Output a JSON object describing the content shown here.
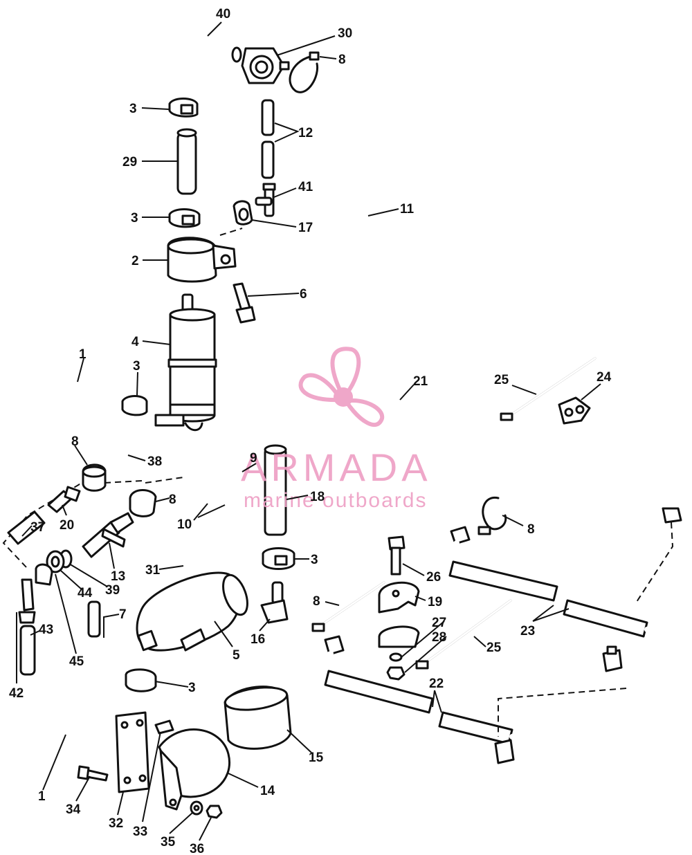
{
  "watermark": {
    "brand": "ARMADA",
    "tagline": "marine outboards",
    "color": "#ee9ec4"
  },
  "callouts": [
    {
      "id": "c40a",
      "label": "40"
    },
    {
      "id": "c30a",
      "label": "30"
    },
    {
      "id": "c8a",
      "label": "8"
    },
    {
      "id": "c3a",
      "label": "3"
    },
    {
      "id": "c12a",
      "label": "12"
    },
    {
      "id": "c29a",
      "label": "29"
    },
    {
      "id": "c41a",
      "label": "41"
    },
    {
      "id": "c11a",
      "label": "11"
    },
    {
      "id": "c3b",
      "label": "3"
    },
    {
      "id": "c17a",
      "label": "17"
    },
    {
      "id": "c2a",
      "label": "2"
    },
    {
      "id": "c6a",
      "label": "6"
    },
    {
      "id": "c4a",
      "label": "4"
    },
    {
      "id": "c1a",
      "label": "1"
    },
    {
      "id": "c3c",
      "label": "3"
    },
    {
      "id": "c21a",
      "label": "21"
    },
    {
      "id": "c25a",
      "label": "25"
    },
    {
      "id": "c24a",
      "label": "24"
    },
    {
      "id": "c8b",
      "label": "8"
    },
    {
      "id": "c38a",
      "label": "38"
    },
    {
      "id": "c9a",
      "label": "9"
    },
    {
      "id": "c18a",
      "label": "18"
    },
    {
      "id": "c8c",
      "label": "8"
    },
    {
      "id": "c20a",
      "label": "20"
    },
    {
      "id": "c10a",
      "label": "10"
    },
    {
      "id": "c37a",
      "label": "37"
    },
    {
      "id": "c8d",
      "label": "8"
    },
    {
      "id": "c3d",
      "label": "3"
    },
    {
      "id": "c13a",
      "label": "13"
    },
    {
      "id": "c31a",
      "label": "31"
    },
    {
      "id": "c26a",
      "label": "26"
    },
    {
      "id": "c44a",
      "label": "44"
    },
    {
      "id": "c39a",
      "label": "39"
    },
    {
      "id": "c19a",
      "label": "19"
    },
    {
      "id": "c8e",
      "label": "8"
    },
    {
      "id": "c7a",
      "label": "7"
    },
    {
      "id": "c16a",
      "label": "16"
    },
    {
      "id": "c27a",
      "label": "27"
    },
    {
      "id": "c28a",
      "label": "28"
    },
    {
      "id": "c23a",
      "label": "23"
    },
    {
      "id": "c43a",
      "label": "43"
    },
    {
      "id": "c5a",
      "label": "5"
    },
    {
      "id": "c25b",
      "label": "25"
    },
    {
      "id": "c45a",
      "label": "45"
    },
    {
      "id": "c3e",
      "label": "3"
    },
    {
      "id": "c22a",
      "label": "22"
    },
    {
      "id": "c42a",
      "label": "42"
    },
    {
      "id": "c15a",
      "label": "15"
    },
    {
      "id": "c14a",
      "label": "14"
    },
    {
      "id": "c1b",
      "label": "1"
    },
    {
      "id": "c34a",
      "label": "34"
    },
    {
      "id": "c32a",
      "label": "32"
    },
    {
      "id": "c33a",
      "label": "33"
    },
    {
      "id": "c35a",
      "label": "35"
    },
    {
      "id": "c36a",
      "label": "36"
    }
  ]
}
